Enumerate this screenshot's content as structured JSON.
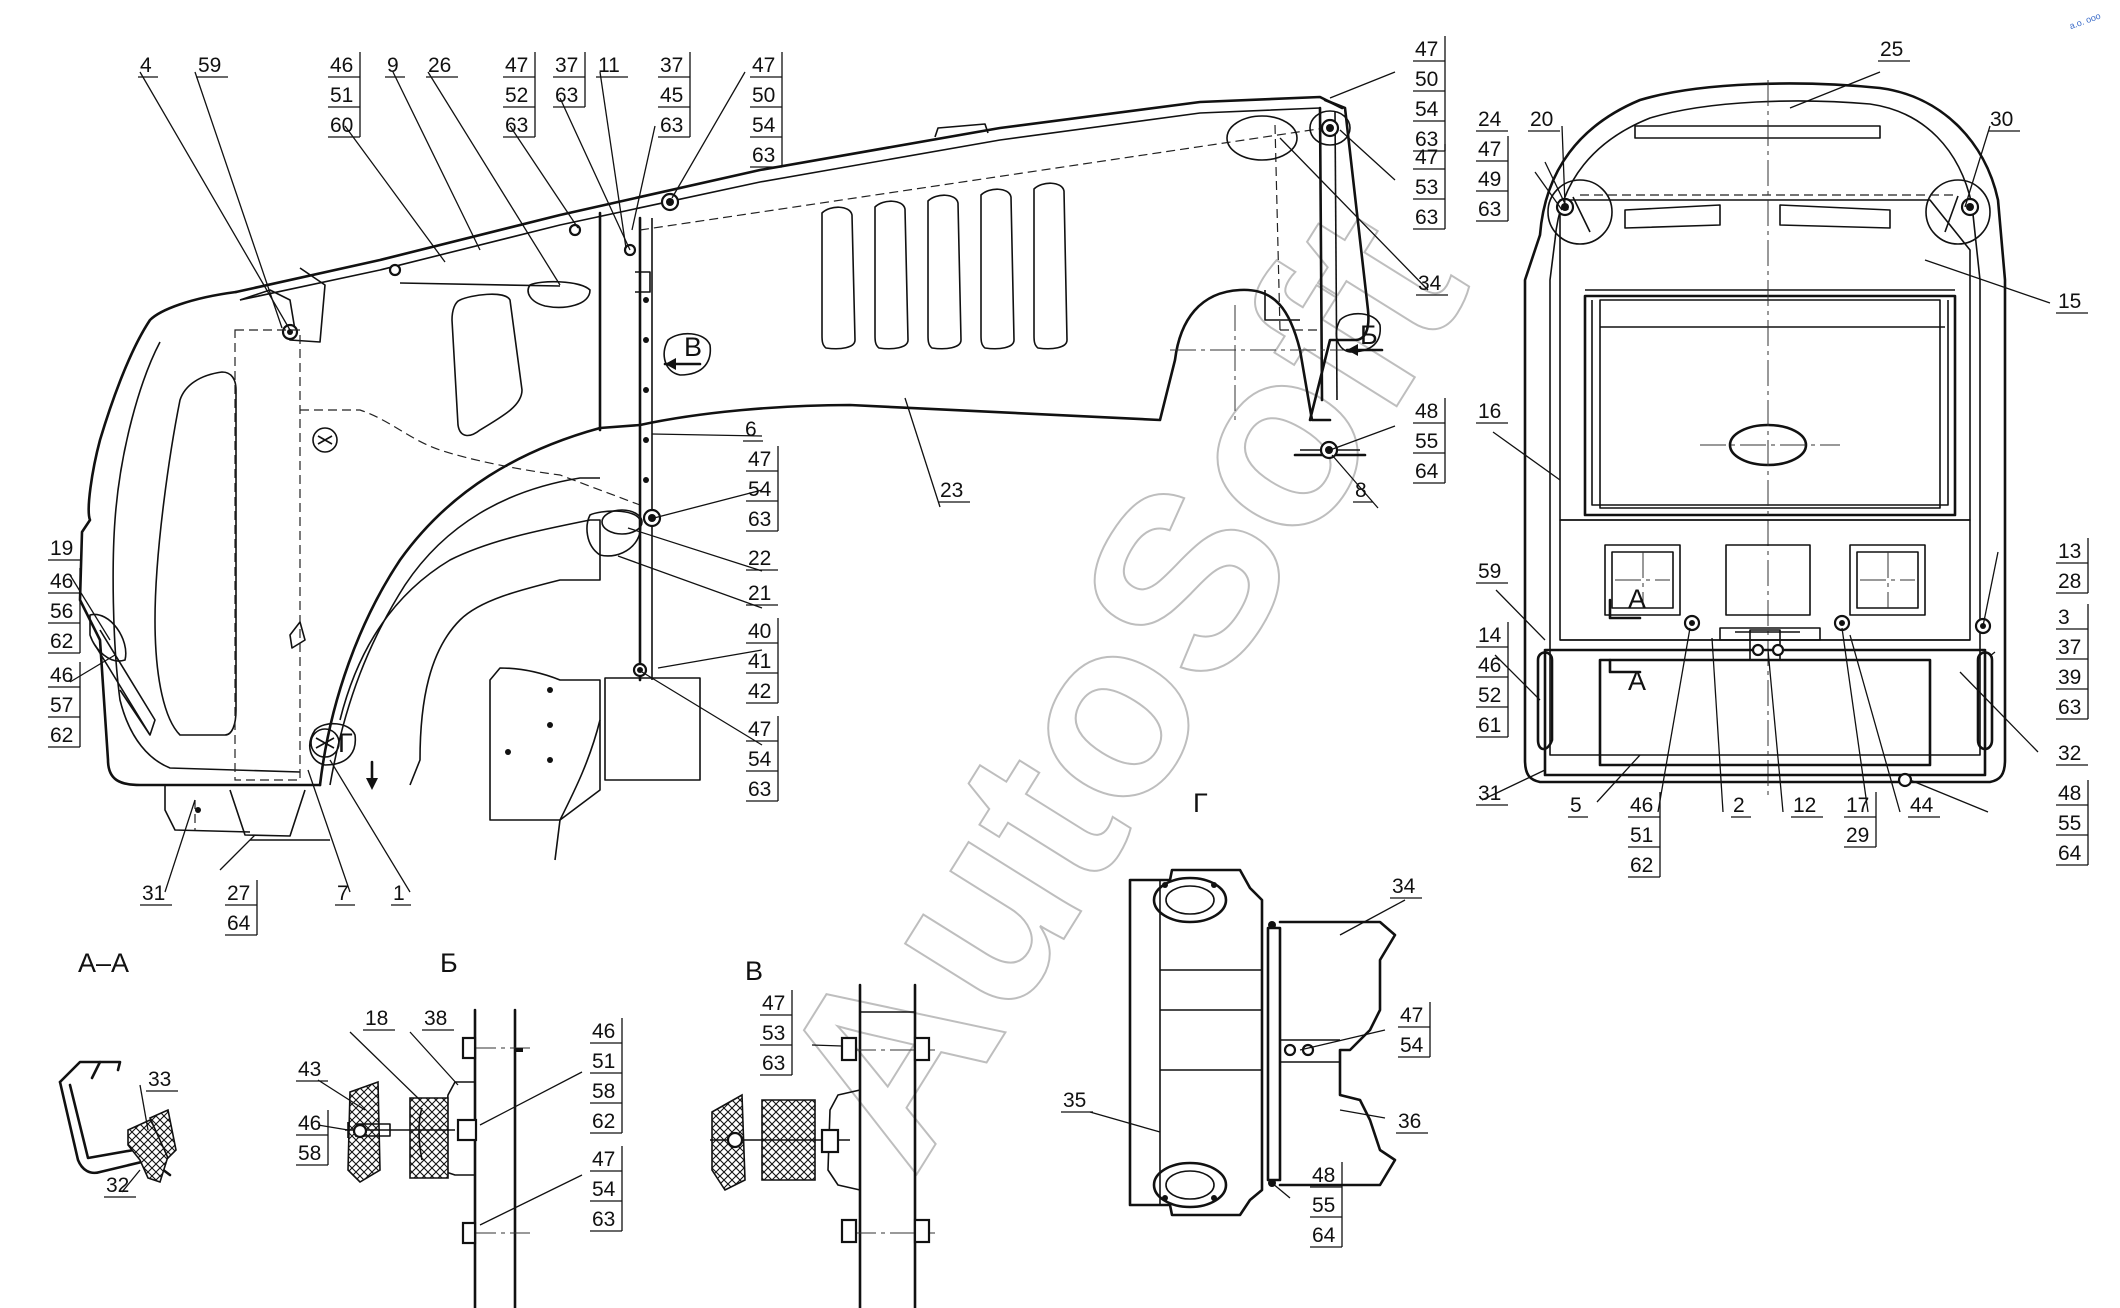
{
  "watermark": "AutoSoft",
  "corner_mark": "а.о. ооо",
  "section_titles": {
    "aa": "А–А",
    "b": "Б",
    "v": "В",
    "g": "Г"
  },
  "view_markers": {
    "b": "Б",
    "v": "В",
    "g": "Г",
    "a_upper": "А",
    "a_lower": "А"
  },
  "callouts": {
    "c_4": [
      "4"
    ],
    "c_59a": [
      "59"
    ],
    "c_46_51_60": [
      "46",
      "51",
      "60"
    ],
    "c_9": [
      "9"
    ],
    "c_26": [
      "26"
    ],
    "c_47_52_63": [
      "47",
      "52",
      "63"
    ],
    "c_37_63": [
      "37",
      "63"
    ],
    "c_11": [
      "11"
    ],
    "c_37_45_63": [
      "37",
      "45",
      "63"
    ],
    "c_47_50_54_63a": [
      "47",
      "50",
      "54",
      "63"
    ],
    "c_47_50_54_63b": [
      "47",
      "50",
      "54",
      "63"
    ],
    "c_47_53_63a": [
      "47",
      "53",
      "63"
    ],
    "c_34a": [
      "34"
    ],
    "c_48_55_64a": [
      "48",
      "55",
      "64"
    ],
    "c_8": [
      "8"
    ],
    "c_6": [
      "6"
    ],
    "c_47_54_63a": [
      "47",
      "54",
      "63"
    ],
    "c_23": [
      "23"
    ],
    "c_22": [
      "22"
    ],
    "c_21": [
      "21"
    ],
    "c_40_41_42": [
      "40",
      "41",
      "42"
    ],
    "c_47_54_63b": [
      "47",
      "54",
      "63"
    ],
    "c_19": [
      "19"
    ],
    "c_46_56_62": [
      "46",
      "56",
      "62"
    ],
    "c_46_57_62": [
      "46",
      "57",
      "62"
    ],
    "c_31a": [
      "31"
    ],
    "c_27_64": [
      "27",
      "64"
    ],
    "c_7": [
      "7"
    ],
    "c_1": [
      "1"
    ],
    "c_25": [
      "25"
    ],
    "c_24": [
      "24"
    ],
    "c_20": [
      "20"
    ],
    "c_47_49_63": [
      "47",
      "49",
      "63"
    ],
    "c_30": [
      "30"
    ],
    "c_15": [
      "15"
    ],
    "c_16": [
      "16"
    ],
    "c_59b": [
      "59"
    ],
    "c_13_28": [
      "13",
      "28"
    ],
    "c_14_46_52_61": [
      "14",
      "46",
      "52",
      "61"
    ],
    "c_3_37_39_63": [
      "3",
      "37",
      "39",
      "63"
    ],
    "c_32a": [
      "32"
    ],
    "c_31b": [
      "31"
    ],
    "c_5": [
      "5"
    ],
    "c_46_51_62a": [
      "46",
      "51",
      "62"
    ],
    "c_2": [
      "2"
    ],
    "c_12": [
      "12"
    ],
    "c_17_29": [
      "17",
      "29"
    ],
    "c_44": [
      "44"
    ],
    "c_48_55_64b": [
      "48",
      "55",
      "64"
    ],
    "c_33": [
      "33"
    ],
    "c_32b": [
      "32"
    ],
    "c_18": [
      "18"
    ],
    "c_38": [
      "38"
    ],
    "c_43": [
      "43"
    ],
    "c_46_58": [
      "46",
      "58"
    ],
    "c_46_51_58_62": [
      "46",
      "51",
      "58",
      "62"
    ],
    "c_47_54_63c": [
      "47",
      "54",
      "63"
    ],
    "c_47_53_63b": [
      "47",
      "53",
      "63"
    ],
    "c_34b": [
      "34"
    ],
    "c_47_54": [
      "47",
      "54"
    ],
    "c_35": [
      "35"
    ],
    "c_36": [
      "36"
    ],
    "c_48_55_64c": [
      "48",
      "55",
      "64"
    ]
  }
}
